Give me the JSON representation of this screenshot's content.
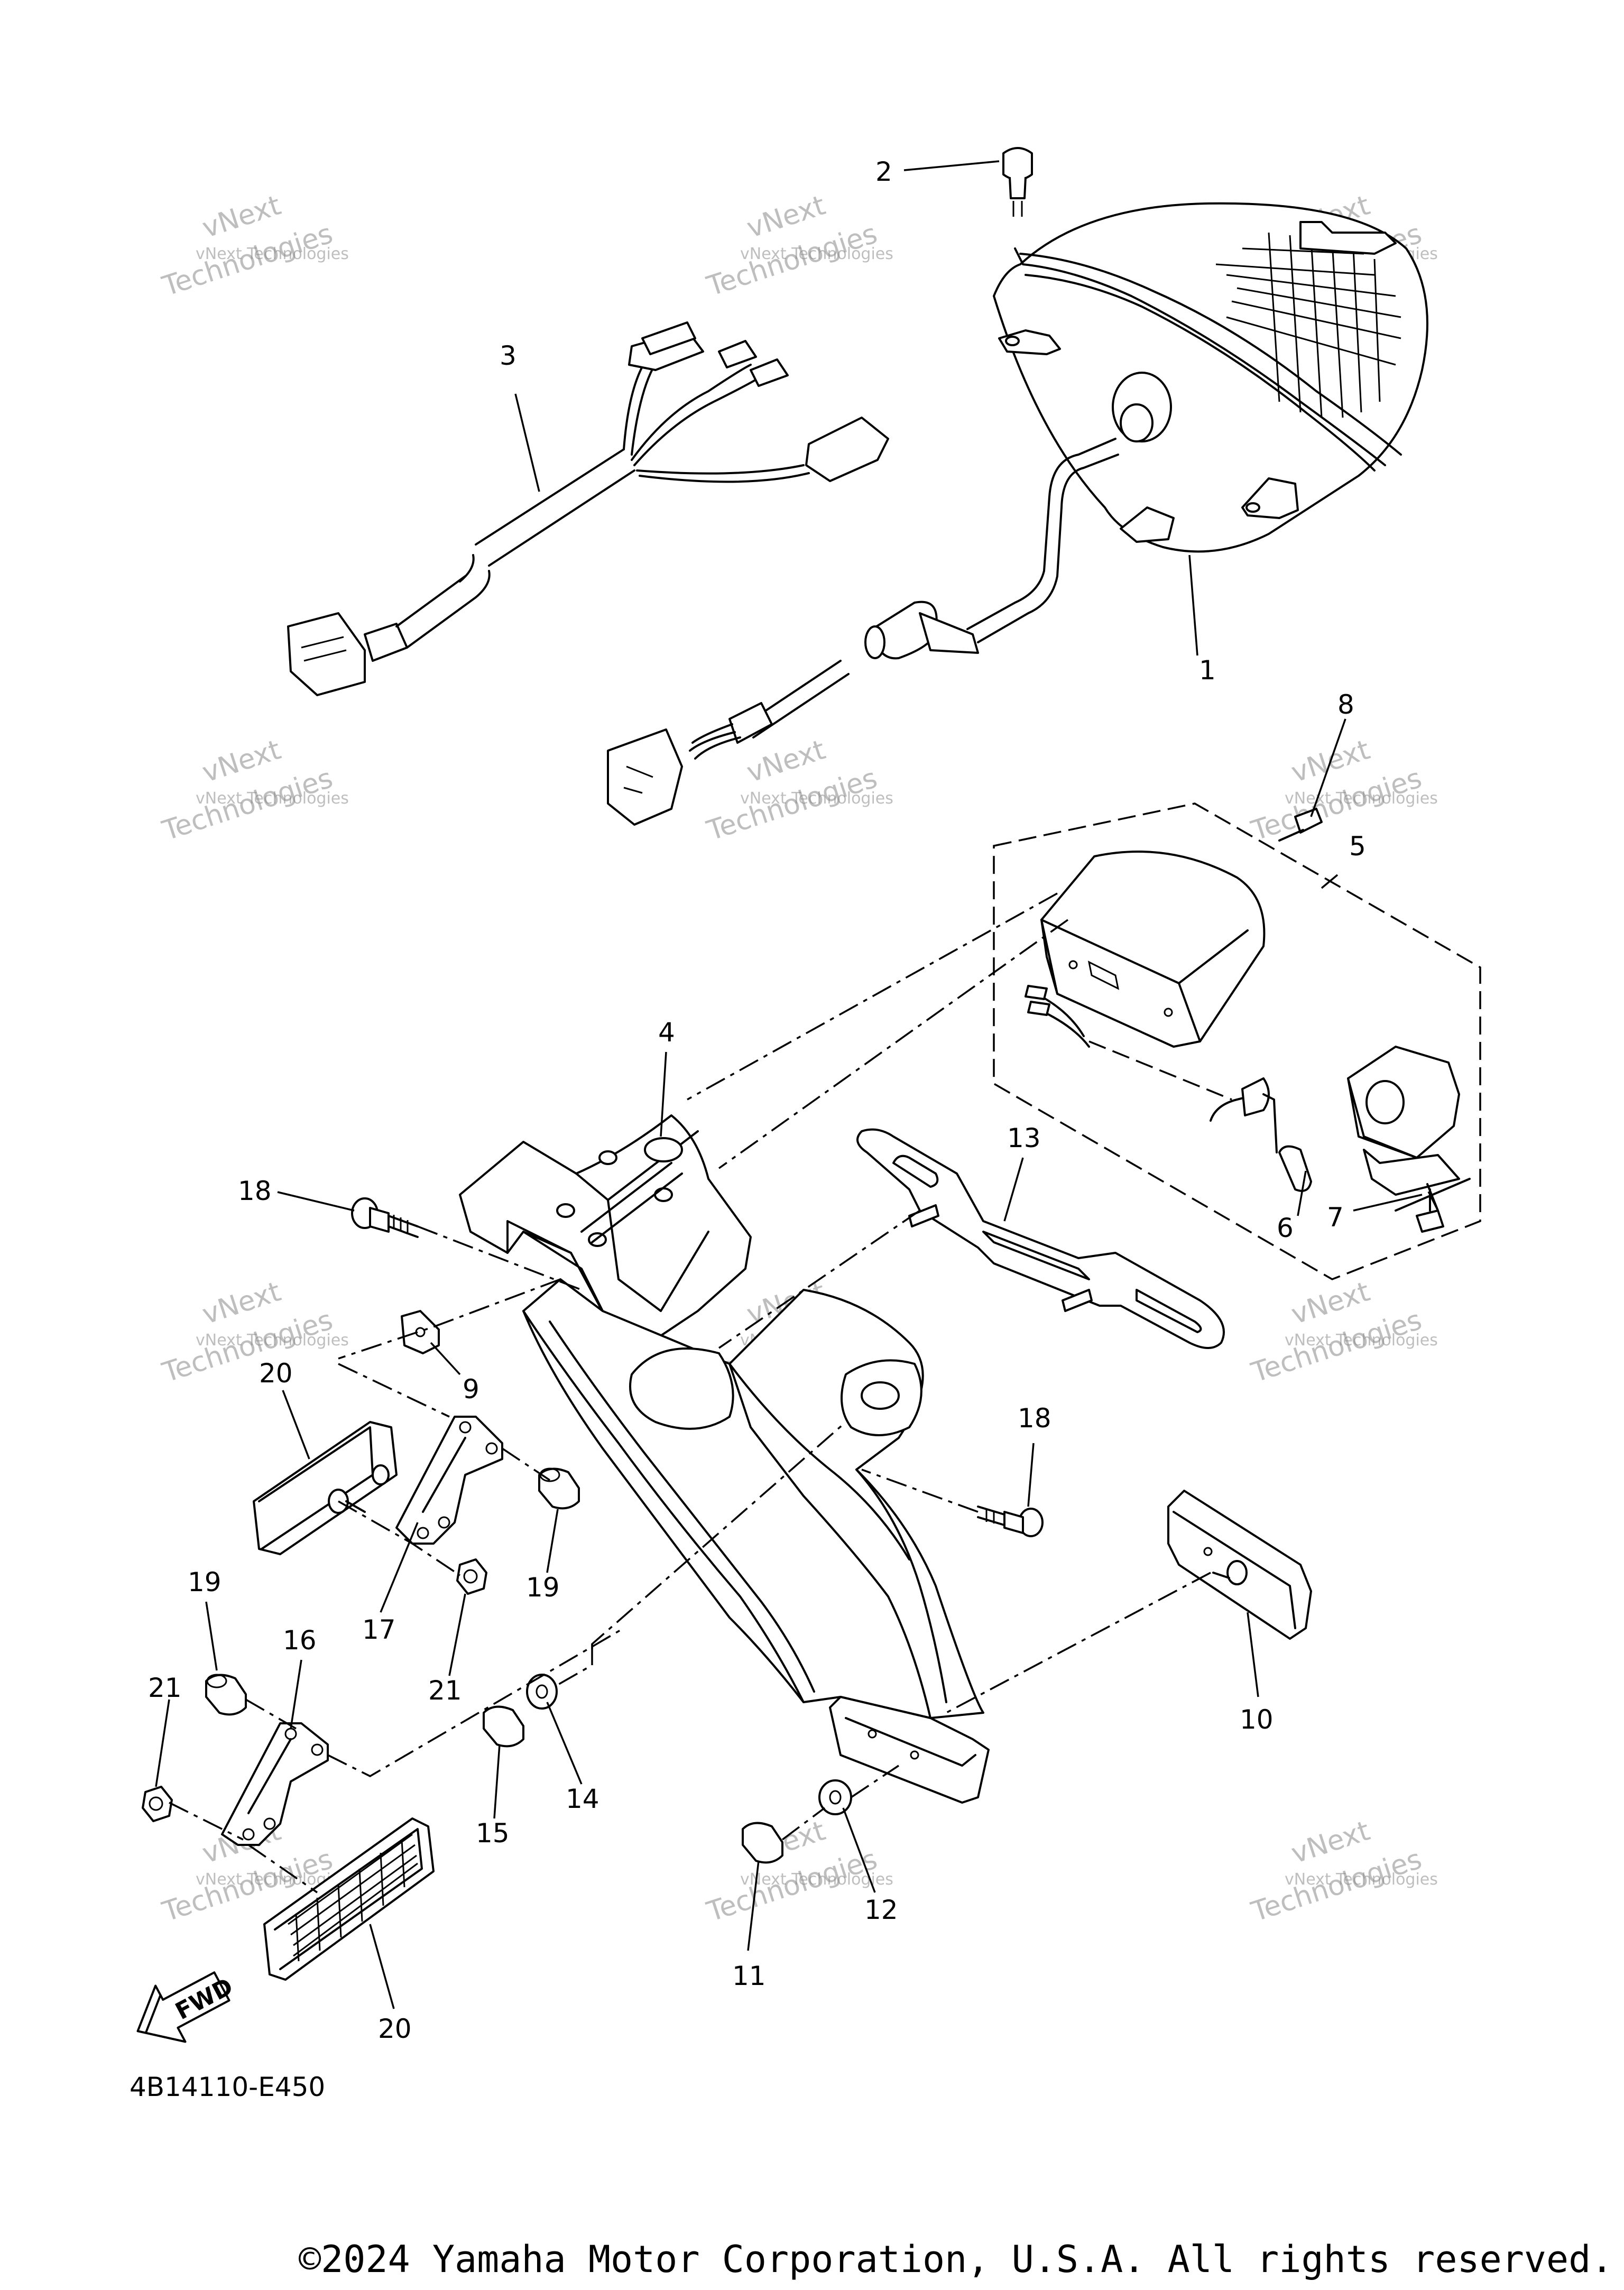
{
  "diagram": {
    "part_labels": [
      {
        "id": "p1",
        "text": "1"
      },
      {
        "id": "p2",
        "text": "2"
      },
      {
        "id": "p3",
        "text": "3"
      },
      {
        "id": "p4",
        "text": "4"
      },
      {
        "id": "p5",
        "text": "5"
      },
      {
        "id": "p6",
        "text": "6"
      },
      {
        "id": "p7",
        "text": "7"
      },
      {
        "id": "p8",
        "text": "8"
      },
      {
        "id": "p9",
        "text": "9"
      },
      {
        "id": "p10",
        "text": "10"
      },
      {
        "id": "p11",
        "text": "11"
      },
      {
        "id": "p12",
        "text": "12"
      },
      {
        "id": "p13",
        "text": "13"
      },
      {
        "id": "p14",
        "text": "14"
      },
      {
        "id": "p15",
        "text": "15"
      },
      {
        "id": "p16",
        "text": "16"
      },
      {
        "id": "p17",
        "text": "17"
      },
      {
        "id": "p18a",
        "text": "18"
      },
      {
        "id": "p18b",
        "text": "18"
      },
      {
        "id": "p19a",
        "text": "19"
      },
      {
        "id": "p19b",
        "text": "19"
      },
      {
        "id": "p20a",
        "text": "20"
      },
      {
        "id": "p20b",
        "text": "20"
      },
      {
        "id": "p21a",
        "text": "21"
      },
      {
        "id": "p21b",
        "text": "21"
      }
    ],
    "direction_arrow": "FWD",
    "diagram_code": "4B14110-E450",
    "watermark": {
      "line1": "vNext Technologies",
      "line2": "vNext",
      "line3": "Technologies"
    },
    "copyright": "©2024 Yamaha Motor Corporation, U.S.A. All rights reserved."
  }
}
